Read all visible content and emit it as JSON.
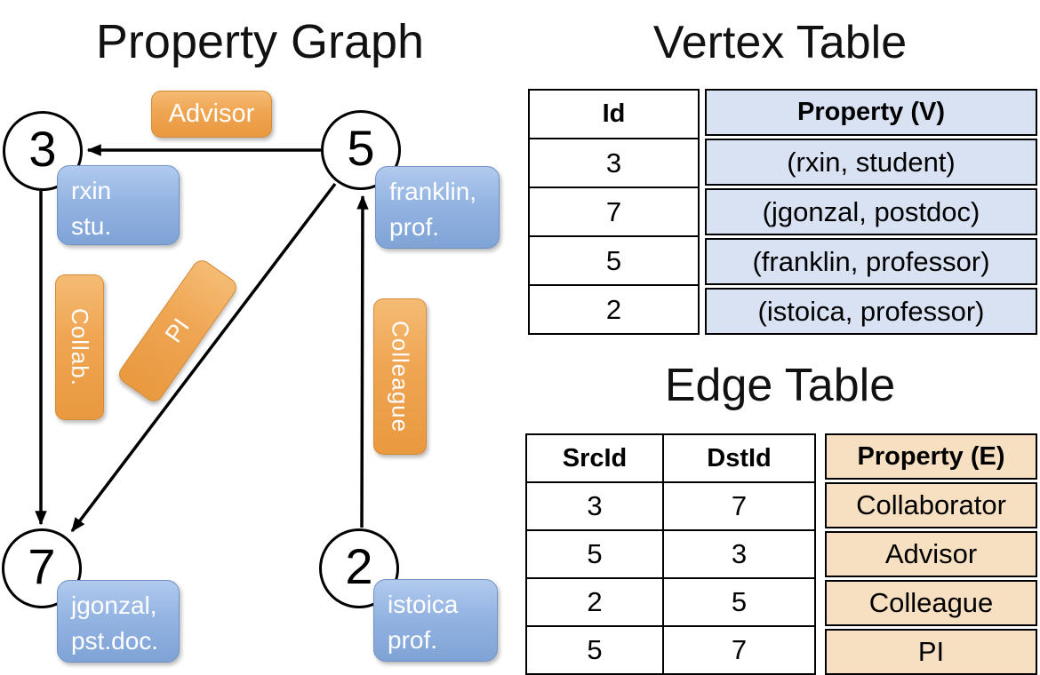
{
  "graph": {
    "title": "Property Graph",
    "nodes": [
      {
        "id": "3"
      },
      {
        "id": "5"
      },
      {
        "id": "7"
      },
      {
        "id": "2"
      }
    ],
    "edge_labels": {
      "advisor": "Advisor",
      "collab": "Collab.",
      "pi": "PI",
      "colleague": "Colleague"
    },
    "vertex_boxes": {
      "rxin": {
        "line1": "rxin",
        "line2": "stu."
      },
      "franklin": {
        "line1": "franklin,",
        "line2": "prof."
      },
      "jgonzal": {
        "line1": "jgonzal,",
        "line2": "pst.doc."
      },
      "istoica": {
        "line1": "istoica",
        "line2": "prof."
      }
    }
  },
  "vertex_table": {
    "title": "Vertex Table",
    "headers": {
      "id": "Id",
      "property": "Property (V)"
    },
    "rows": [
      {
        "id": "3",
        "property": "(rxin, student)"
      },
      {
        "id": "7",
        "property": "(jgonzal, postdoc)"
      },
      {
        "id": "5",
        "property": "(franklin, professor)"
      },
      {
        "id": "2",
        "property": "(istoica, professor)"
      }
    ]
  },
  "edge_table": {
    "title": "Edge Table",
    "headers": {
      "src": "SrcId",
      "dst": "DstId",
      "property": "Property (E)"
    },
    "rows": [
      {
        "src": "3",
        "dst": "7",
        "property": "Collaborator"
      },
      {
        "src": "5",
        "dst": "3",
        "property": "Advisor"
      },
      {
        "src": "2",
        "dst": "5",
        "property": "Colleague"
      },
      {
        "src": "5",
        "dst": "7",
        "property": "PI"
      }
    ]
  },
  "colors": {
    "orange_gradient_top": "#f5bb74",
    "orange_gradient_bottom": "#e9993f",
    "blue_gradient_top": "#b1caee",
    "blue_gradient_bottom": "#7fa3d6",
    "vertex_property_cell_bg": "#d9e2f3",
    "edge_property_cell_bg": "#f7dfc1",
    "line_color": "#000000",
    "box_text_color": "#ffffff"
  }
}
